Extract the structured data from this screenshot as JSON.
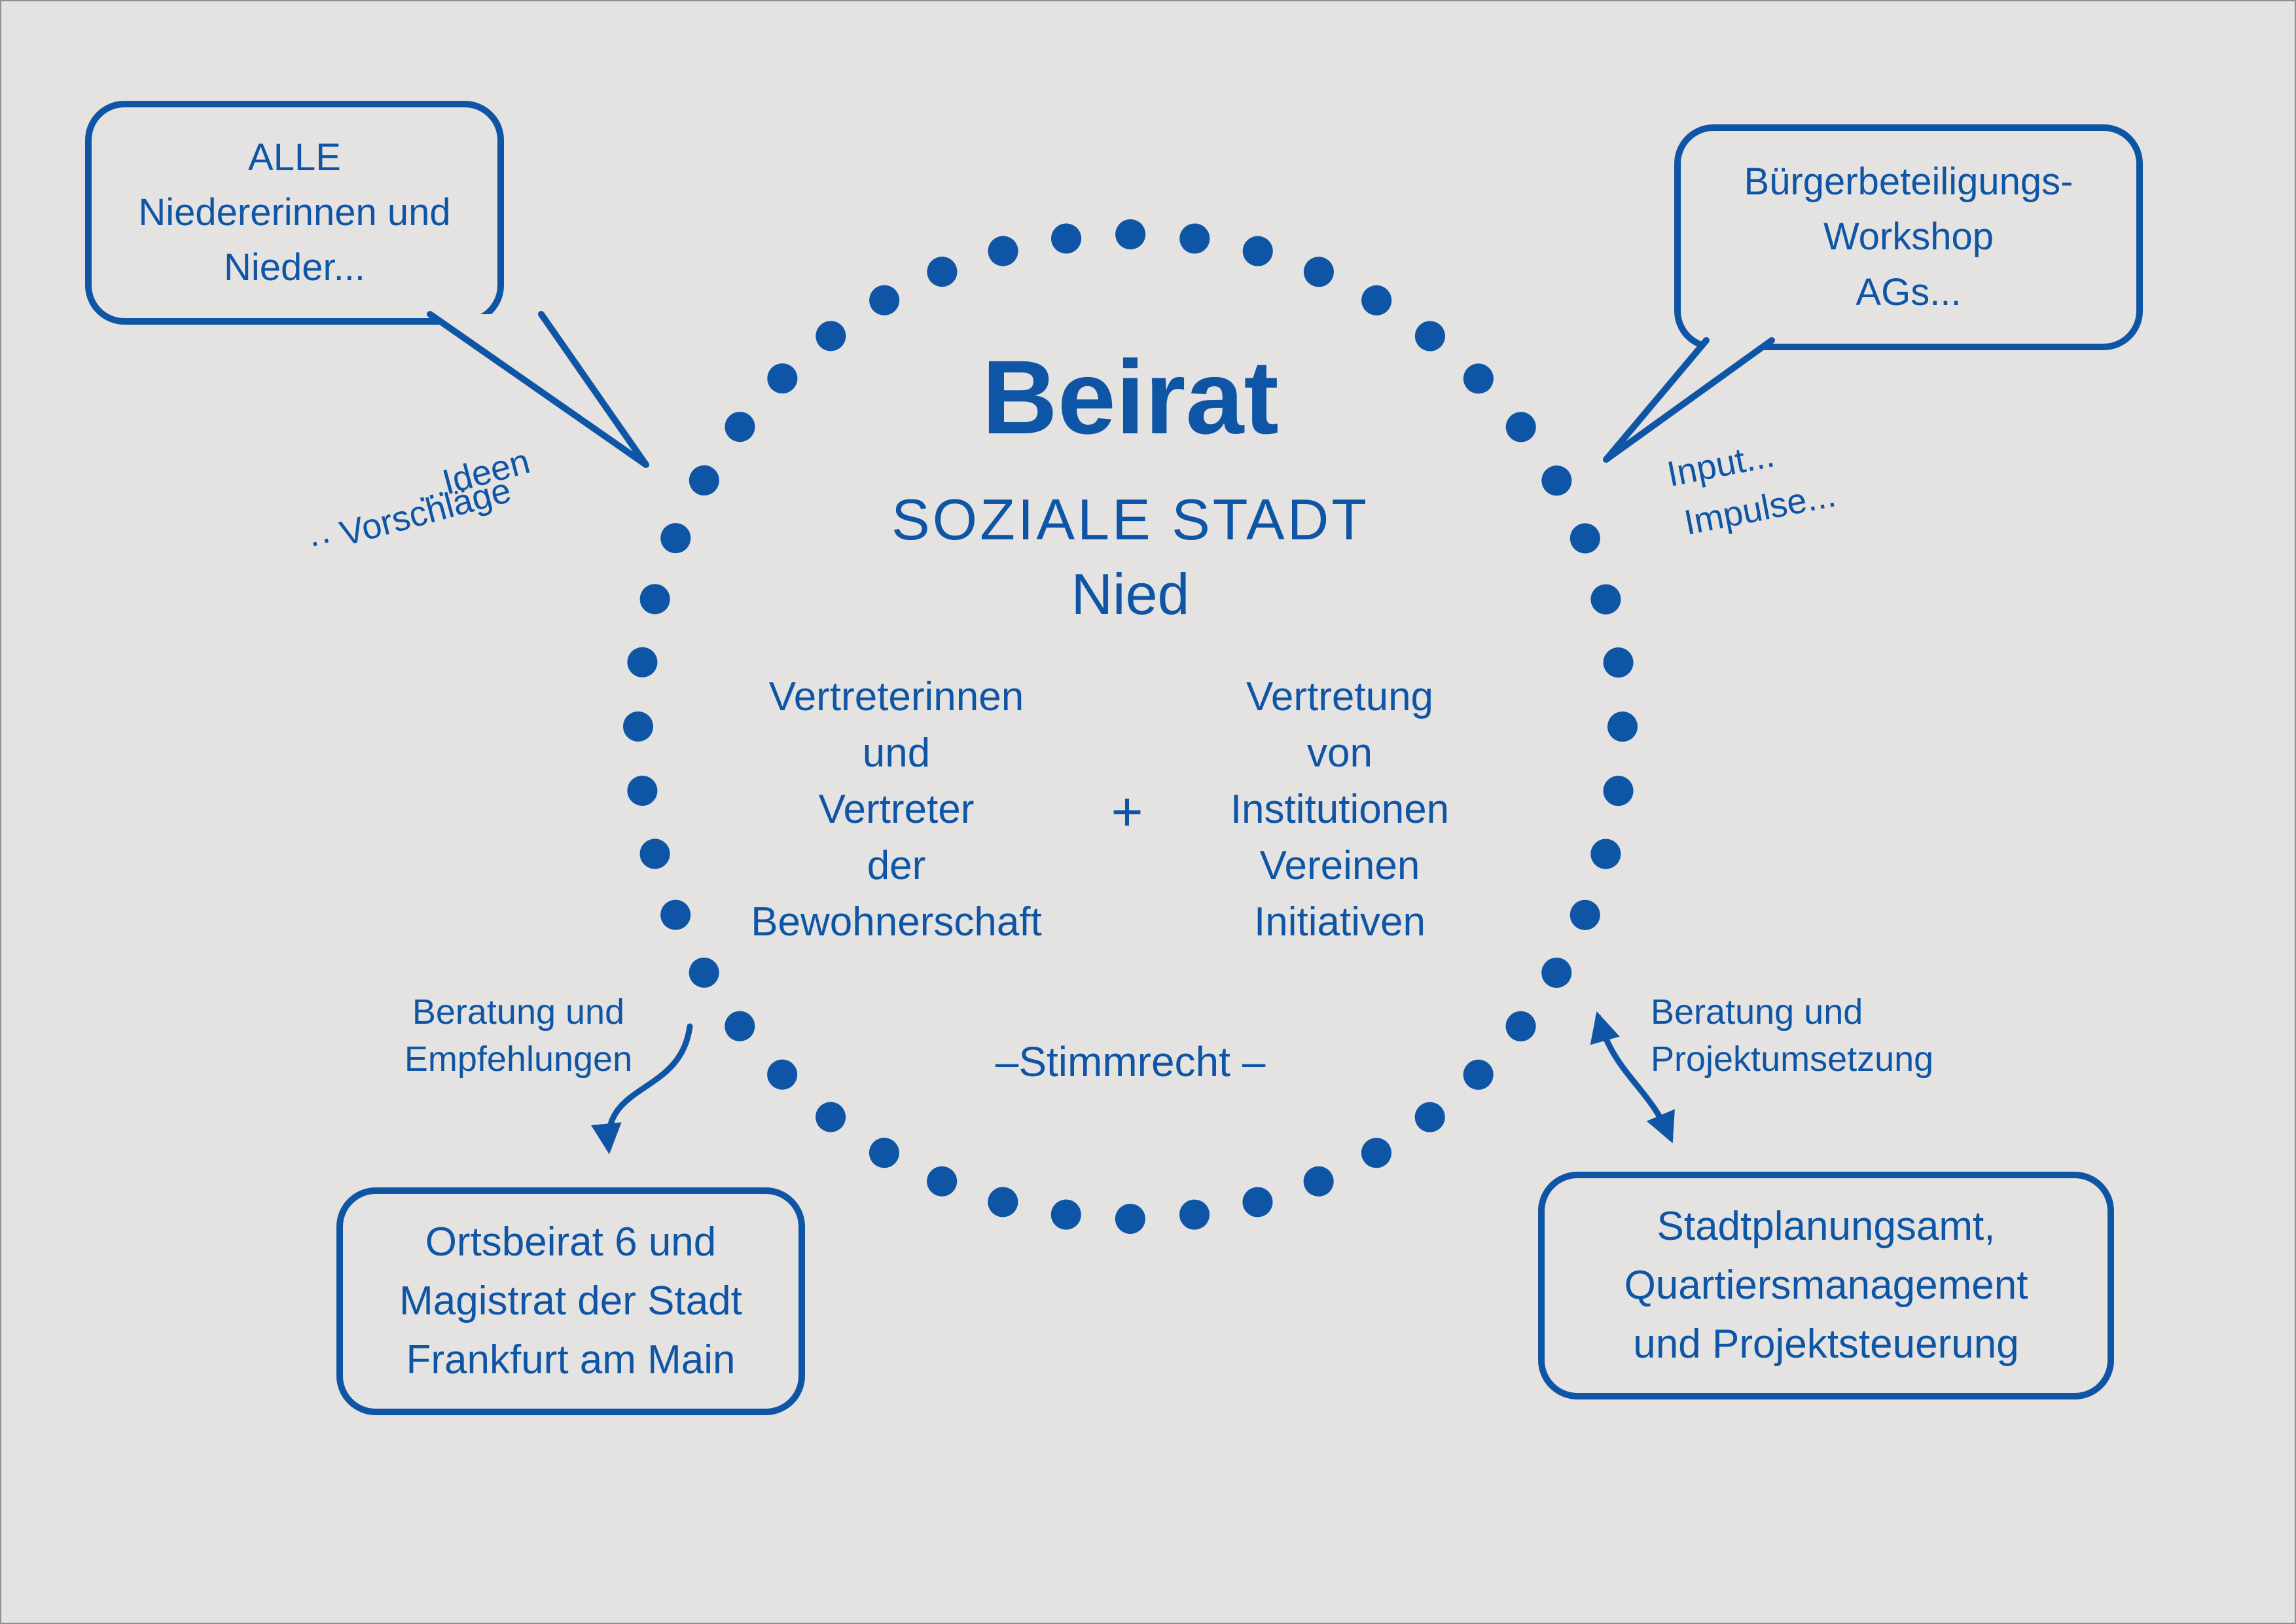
{
  "colors": {
    "blue": "#0f55a6",
    "background": "#e4e3e1"
  },
  "center": {
    "title": "Beirat",
    "subtitle": "SOZIALE STADT",
    "subtitle2": "Nied",
    "left_group": {
      "lines": [
        "Vertreterinnen",
        "und",
        "Vertreter",
        "der",
        "Bewohnerschaft"
      ]
    },
    "plus": "+",
    "right_group": {
      "lines": [
        "Vertretung",
        "von",
        "Institutionen",
        "Vereinen",
        "Initiativen"
      ]
    },
    "voting_note": "–Stimmrecht –"
  },
  "bubbles": {
    "top_left": {
      "lines": [
        "ALLE",
        "Niedererinnen und",
        "Nieder..."
      ]
    },
    "top_right": {
      "lines": [
        "Bürgerbeteiligungs-",
        "Workshop",
        "AGs..."
      ]
    },
    "bottom_left": {
      "lines": [
        "Ortsbeirat 6 und",
        "Magistrat der Stadt",
        "Frankfurt am Main"
      ]
    },
    "bottom_right": {
      "lines": [
        "Stadtplanungsamt,",
        "Quartiersmanagement",
        "und Projektsteuerung"
      ]
    }
  },
  "labels": {
    "ideen": "...Ideen",
    "vorschlaege": "·· Vorschläge",
    "input": "Input...",
    "impulse": "Impulse...",
    "beratung_links": [
      "Beratung und",
      "Empfehlungen"
    ],
    "beratung_rechts": [
      "Beratung und",
      "Projektumsetzung"
    ]
  }
}
